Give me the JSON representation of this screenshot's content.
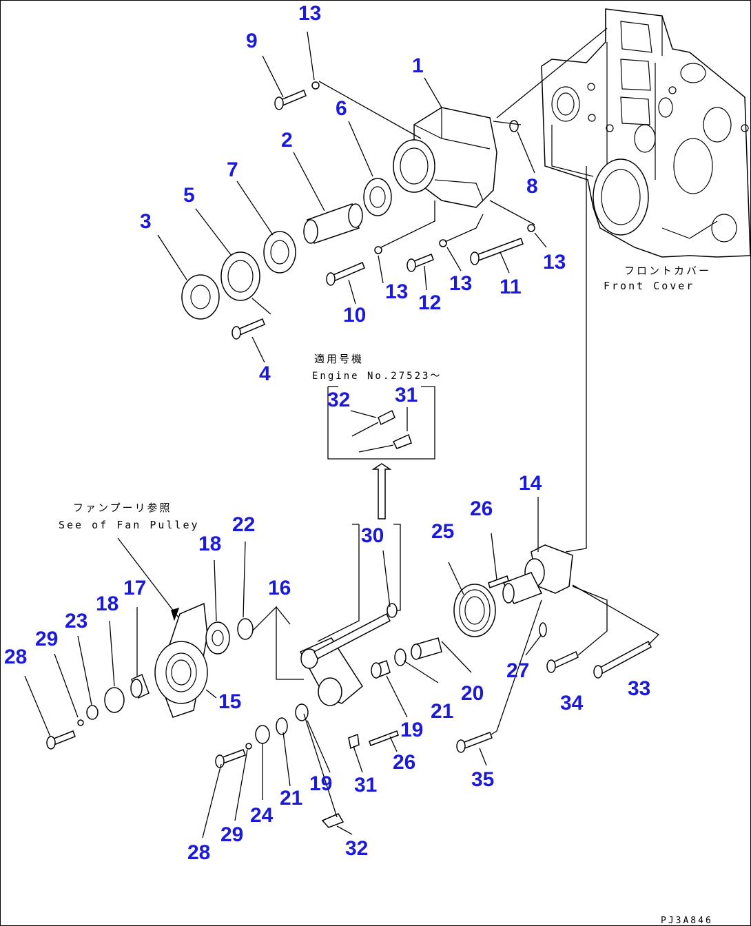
{
  "labels": {
    "n1": "1",
    "n2": "2",
    "n3": "3",
    "n4": "4",
    "n5": "5",
    "n6": "6",
    "n7": "7",
    "n8": "8",
    "n9": "9",
    "n10": "10",
    "n11": "11",
    "n12": "12",
    "n13a": "13",
    "n13b": "13",
    "n13c": "13",
    "n13d": "13",
    "n14": "14",
    "n15": "15",
    "n16": "16",
    "n17": "17",
    "n18a": "18",
    "n18b": "18",
    "n19a": "19",
    "n19b": "19",
    "n20": "20",
    "n21a": "21",
    "n21b": "21",
    "n22": "22",
    "n23": "23",
    "n24": "24",
    "n25": "25",
    "n26a": "26",
    "n26b": "26",
    "n27": "27",
    "n28a": "28",
    "n28b": "28",
    "n29a": "29",
    "n29b": "29",
    "n30": "30",
    "n31a": "31",
    "n31b": "31",
    "n32a": "32",
    "n32b": "32",
    "n33": "33",
    "n34": "34",
    "n35": "35"
  },
  "notes": {
    "front_cover_jp": "フロントカバー",
    "front_cover_en": "Front Cover",
    "applicable_jp": "適用号機",
    "applicable_en": "Engine No.27523～",
    "fan_pulley_jp": "ファンプーリ参照",
    "fan_pulley_en": "See of Fan Pulley"
  },
  "drawing_code": "PJ3A846"
}
